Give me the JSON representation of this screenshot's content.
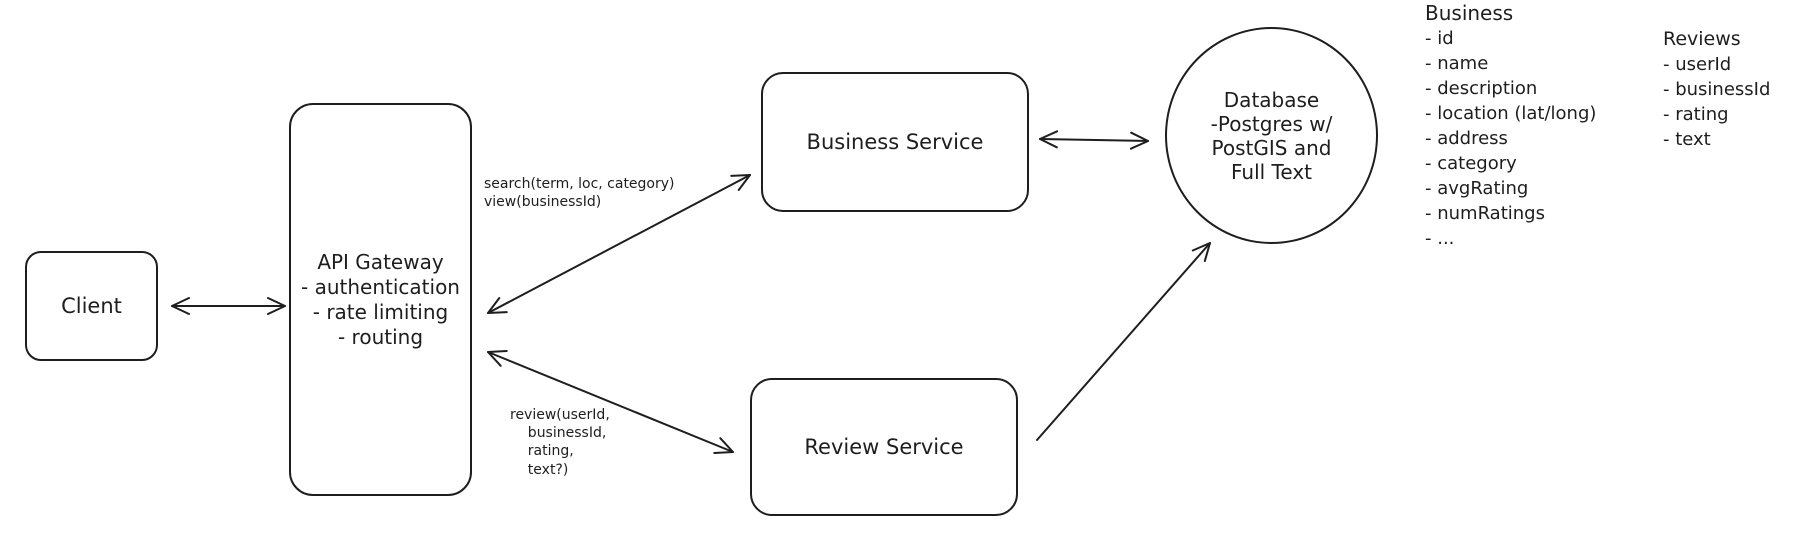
{
  "nodes": {
    "client": "Client",
    "gateway": "API Gateway\n- authentication\n- rate limiting\n- routing",
    "business_service": "Business Service",
    "review_service": "Review Service",
    "database": "Database\n-Postgres w/\nPostGIS and\nFull Text"
  },
  "edge_labels": {
    "search": "search(term, loc, category)\nview(businessId)",
    "review": "review(userId,\n    businessId,\n    rating,\n    text?)"
  },
  "entities": {
    "business": {
      "title": "Business",
      "fields": [
        "- id",
        "- name",
        "- description",
        "- location (lat/long)",
        "- address",
        "- category",
        "- avgRating",
        "- numRatings",
        "- ..."
      ]
    },
    "reviews": {
      "title": "Reviews",
      "fields": [
        "- userId",
        "- businessId",
        "- rating",
        "- text"
      ]
    }
  },
  "colors": {
    "stroke": "#1e1e1e",
    "background": "#ffffff"
  }
}
